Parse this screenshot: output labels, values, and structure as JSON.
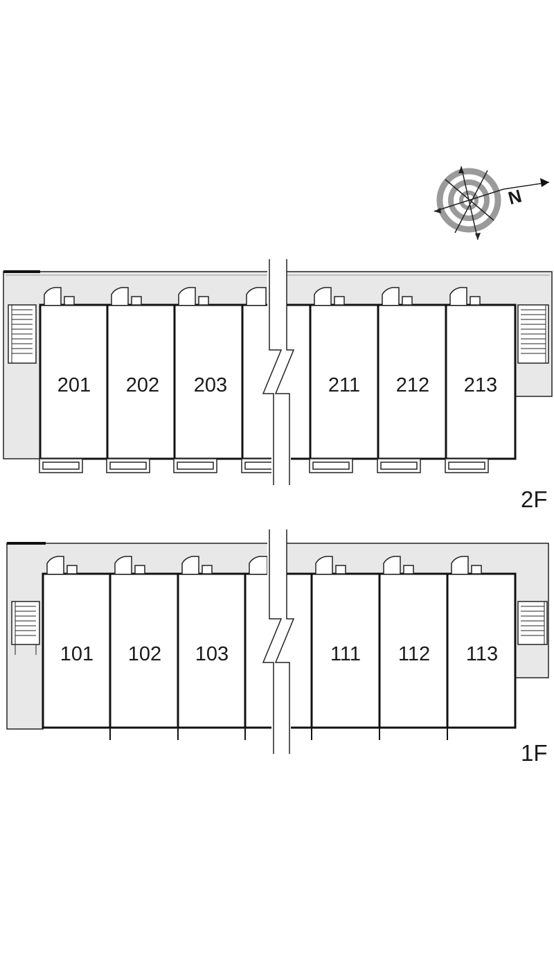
{
  "compass": {
    "north_label": "N"
  },
  "floors": [
    {
      "label": "2F",
      "units_left": [
        "201",
        "202",
        "203"
      ],
      "units_right": [
        "211",
        "212",
        "213"
      ]
    },
    {
      "label": "1F",
      "units_left": [
        "101",
        "102",
        "103"
      ],
      "units_right": [
        "111",
        "112",
        "113"
      ]
    }
  ],
  "colors": {
    "corridor": "#e8e8e8",
    "wall": "#111111",
    "line": "#222222",
    "compass_gray": "#9a9a9a"
  }
}
